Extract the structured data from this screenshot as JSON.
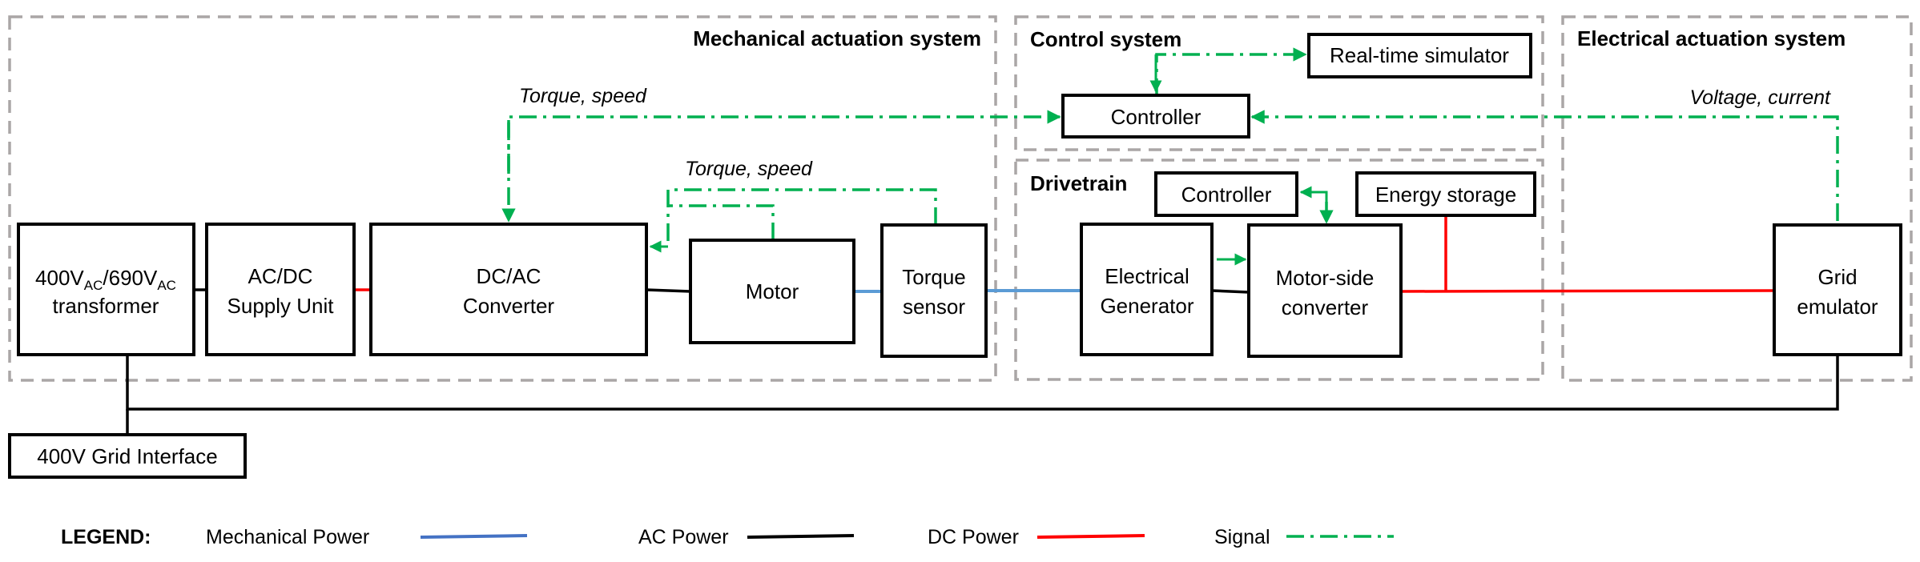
{
  "groups": {
    "mechanical": "Mechanical actuation system",
    "control": "Control system",
    "drivetrain": "Drivetrain",
    "electrical": "Electrical actuation system"
  },
  "blocks": {
    "transformer": {
      "line1_a": "400V",
      "line1_sub1": "AC",
      "line1_b": "/690V",
      "line1_sub2": "AC",
      "line2": "transformer"
    },
    "acdc": {
      "line1": "AC/DC",
      "line2": "Supply Unit"
    },
    "dcac": {
      "line1": "DC/AC",
      "line2": "Converter"
    },
    "motor": {
      "line1": "Motor"
    },
    "torque_sensor": {
      "line1": "Torque",
      "line2": "sensor"
    },
    "generator": {
      "line1": "Electrical",
      "line2": "Generator"
    },
    "motor_side_converter": {
      "line1": "Motor-side",
      "line2": "converter"
    },
    "drivetrain_controller": {
      "line1": "Controller"
    },
    "energy_storage": {
      "line1": "Energy storage"
    },
    "realtime_simulator": {
      "line1": "Real-time simulator"
    },
    "control_controller": {
      "line1": "Controller"
    },
    "grid_emulator": {
      "line1": "Grid",
      "line2": "emulator"
    },
    "grid_interface": {
      "line1": "400V Grid Interface"
    }
  },
  "annotations": {
    "torque_speed_top": "Torque, speed",
    "torque_speed_mid": "Torque, speed",
    "voltage_current": "Voltage, current"
  },
  "legend": {
    "title": "LEGEND:",
    "items": [
      {
        "label": "Mechanical Power",
        "color": "#4472c4",
        "style": "solid"
      },
      {
        "label": "AC Power",
        "color": "#000000",
        "style": "solid"
      },
      {
        "label": "DC Power",
        "color": "#ff0000",
        "style": "solid"
      },
      {
        "label": "Signal",
        "color": "#00b050",
        "style": "dash-dot"
      }
    ]
  },
  "colors": {
    "signal": "#00b050",
    "ac": "#000000",
    "dc": "#ff0000",
    "mechanical": "#5b9bd5",
    "group_border": "#aaa6a6"
  }
}
